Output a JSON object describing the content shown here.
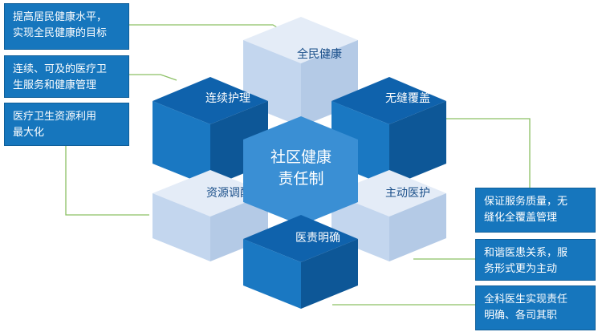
{
  "center": {
    "line1": "社区健康",
    "line2": "责任制"
  },
  "cubes": {
    "top": "全民健康",
    "upper_left": "连续护理",
    "upper_right": "无缝覆盖",
    "lower_left": "资源调配",
    "lower_right": "主动医护",
    "bottom": "医责明确"
  },
  "notes": {
    "left_1": "提高居民健康水平，\n实现全民健康的目标",
    "left_2": "连续、可及的医疗卫\n生服务和健康管理",
    "left_3": "医疗卫生资源利用\n最大化",
    "right_1": "保证服务质量，无\n缝化全覆盖管理",
    "right_2": "和谐医患关系，服\n务形式更为主动",
    "right_3": "全科医生实现责任\n明确、各司其职"
  },
  "colors": {
    "dark_blue": "#0f62ac",
    "mid_blue": "#1a78c2",
    "light_blue": "#c9daef",
    "pale_blue": "#dde8f5",
    "center_blue": "#3a8fd4",
    "note_blue": "#1676bd",
    "connector_green": "#8cc065"
  }
}
